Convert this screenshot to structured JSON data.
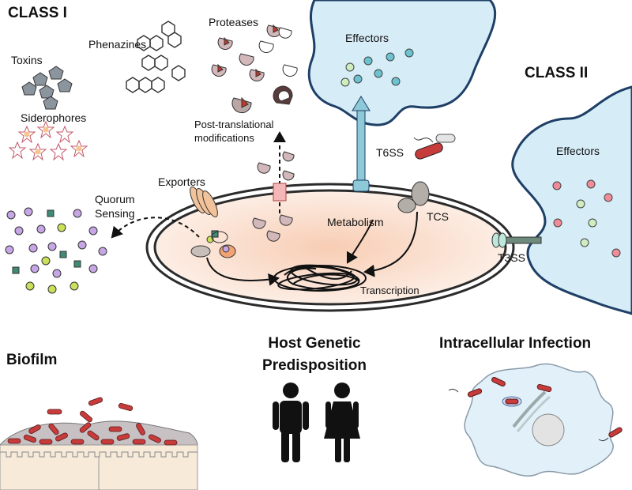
{
  "labels": {
    "class1": "CLASS I",
    "class2": "CLASS II",
    "toxins": "Toxins",
    "phenazines": "Phenazines",
    "siderophores": "Siderophores",
    "proteases": "Proteases",
    "post_translational": "Post-translational",
    "modifications": "modifications",
    "effectors_top": "Effectors",
    "effectors_right": "Effectors",
    "t6ss": "T6SS",
    "exporters": "Exporters",
    "quorum": "Quorum",
    "sensing": "Sensing",
    "metabolism": "Metabolism",
    "tcs": "TCS",
    "t3ss": "T3SS",
    "transcription": "Transcription",
    "biofilm": "Biofilm",
    "host_genetic": "Host Genetic",
    "predisposition": "Predisposition",
    "intracellular": "Intracellular Infection"
  },
  "colors": {
    "host_fill": "#d6ecf7",
    "host_stroke": "#1e3f66",
    "bacterium_inner": "#fbe9df",
    "bacterium_wall": "#2b2b2b",
    "effector_teal": "#6cc3cf",
    "effector_green": "#cfeec0",
    "effector_pink": "#ef8c98",
    "qs_purple": "#c7a6e6",
    "qs_green": "#c9e15a",
    "qs_teal": "#3f8b77",
    "protease": "#d3b8bb",
    "protease_mark": "#c0392b",
    "bacteria_red": "#c73b3b",
    "toxin_gray": "#8b959e",
    "siderophore_orange": "#f6c48e",
    "siderophore_outline": "#c4586a",
    "needle": "#8ec9d8",
    "exporter": "#f2c39a"
  }
}
